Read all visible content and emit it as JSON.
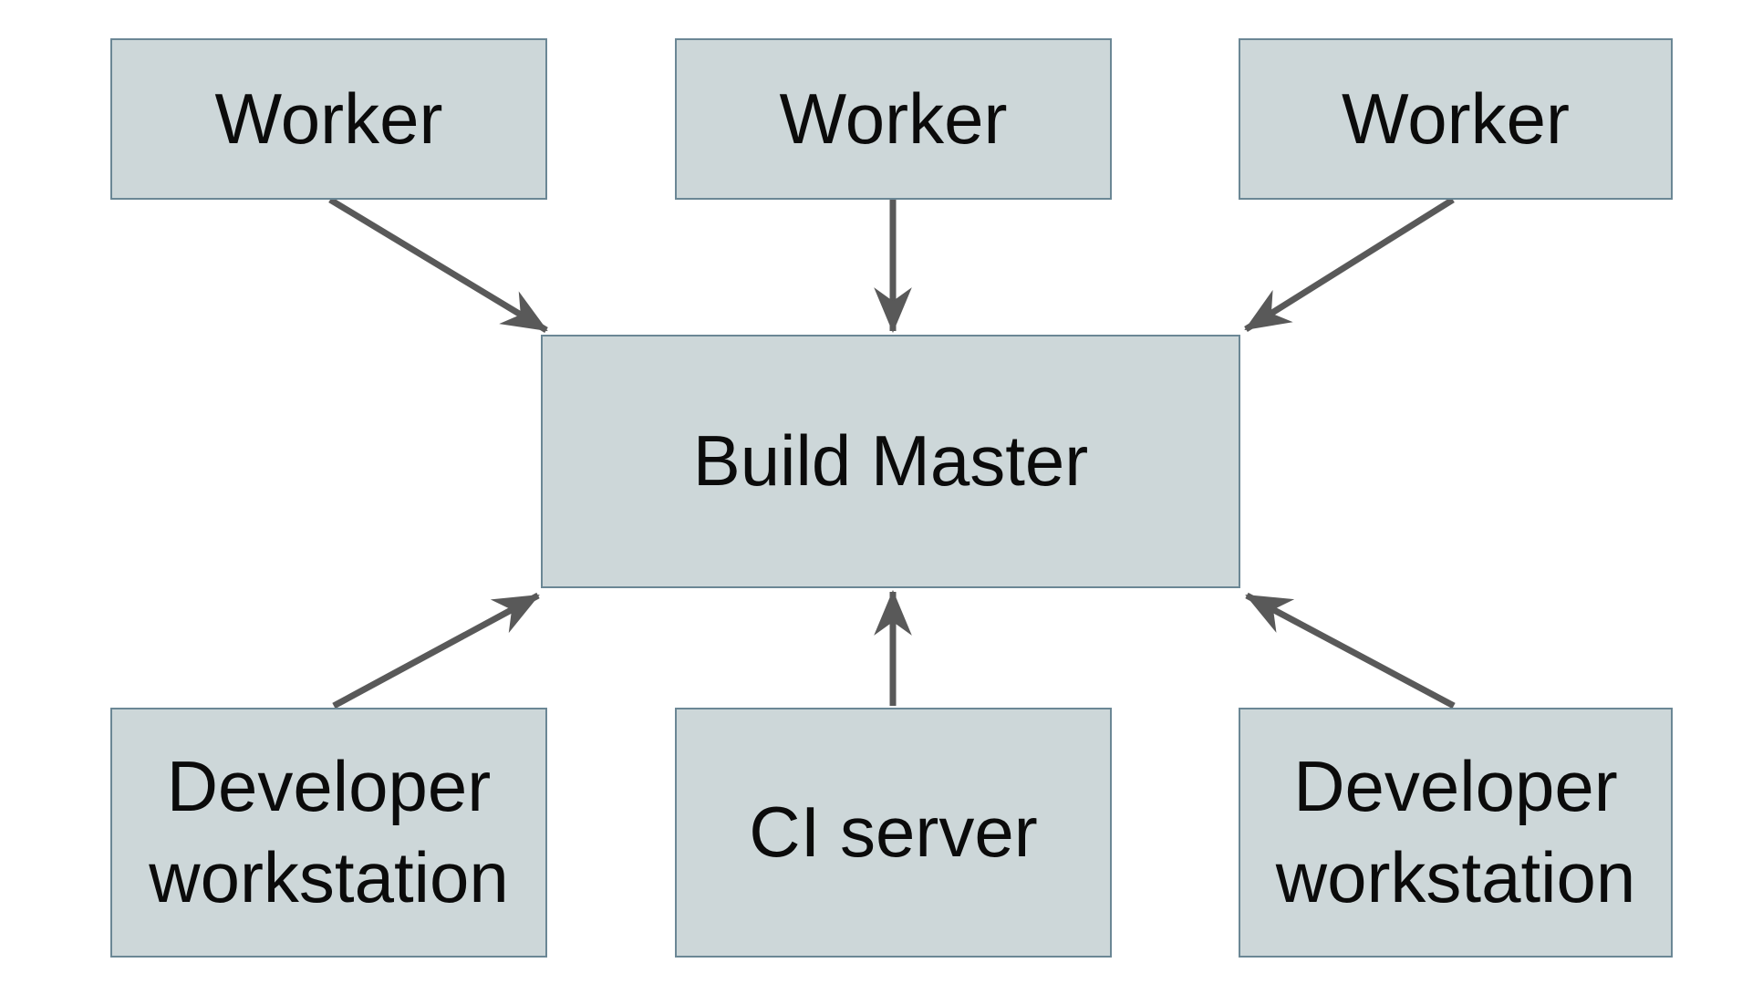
{
  "diagram": {
    "type": "flow-diagram",
    "background": "#ffffff",
    "colors": {
      "node_fill": "#cdd7d9",
      "node_border": "#6b8795",
      "arrow": "#595959",
      "text": "#0b0b0b"
    },
    "nodes": {
      "worker1": {
        "label": "Worker"
      },
      "worker2": {
        "label": "Worker"
      },
      "worker3": {
        "label": "Worker"
      },
      "build_master": {
        "label": "Build Master"
      },
      "dev_workstation1": {
        "label": "Developer workstation"
      },
      "ci_server": {
        "label": "CI server"
      },
      "dev_workstation2": {
        "label": "Developer workstation"
      }
    },
    "edges": [
      {
        "from": "worker1",
        "to": "build_master"
      },
      {
        "from": "worker2",
        "to": "build_master"
      },
      {
        "from": "worker3",
        "to": "build_master"
      },
      {
        "from": "dev_workstation1",
        "to": "build_master"
      },
      {
        "from": "ci_server",
        "to": "build_master"
      },
      {
        "from": "dev_workstation2",
        "to": "build_master"
      }
    ]
  }
}
